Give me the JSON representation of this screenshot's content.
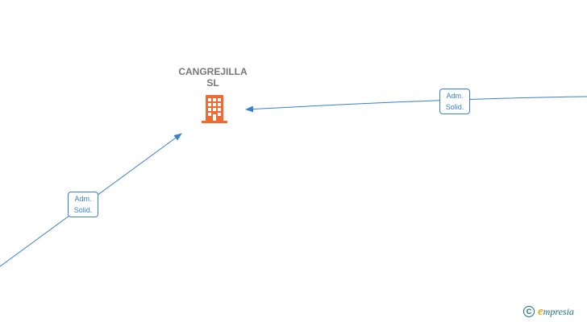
{
  "company": {
    "name_line1": "CANGREJILLA",
    "name_line2": "SL",
    "icon": "building-icon",
    "icon_color": "#f26a33"
  },
  "relations": [
    {
      "line1": "Adm.",
      "line2": "Solid."
    },
    {
      "line1": "Adm.",
      "line2": "Solid."
    }
  ],
  "colors": {
    "edge": "#3a7fd5",
    "label_text": "#777777",
    "brand_teal": "#1a6f8a",
    "brand_orange": "#f0a21c"
  },
  "watermark": {
    "symbol": "C",
    "brand_initial": "e",
    "brand_rest": "mpresia"
  }
}
